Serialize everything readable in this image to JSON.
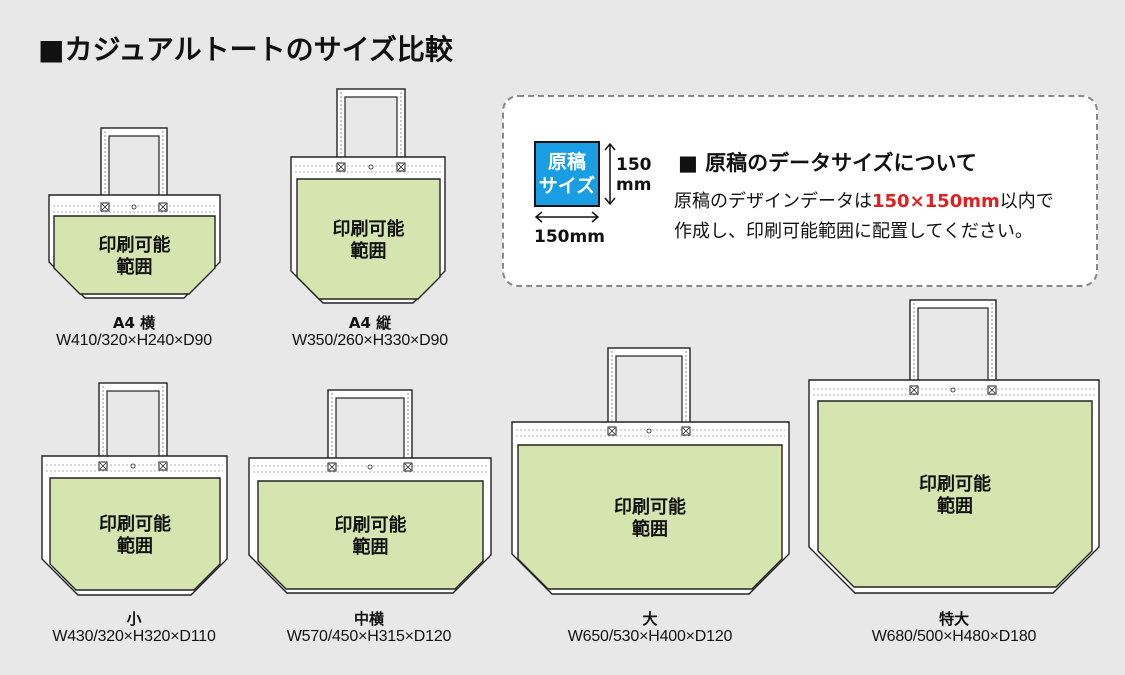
{
  "page": {
    "title": "■カジュアルトートのサイズ比較"
  },
  "print_area_label": [
    "印刷可能",
    "範囲"
  ],
  "bags": [
    {
      "name": "A4 横",
      "dims": "W410/320×H240×D90"
    },
    {
      "name": "A4 縦",
      "dims": "W350/260×H330×D90"
    },
    {
      "name": "小",
      "dims": "W430/320×H320×D110"
    },
    {
      "name": "中横",
      "dims": "W570/450×H315×D120"
    },
    {
      "name": "大",
      "dims": "W650/530×H400×D120"
    },
    {
      "name": "特大",
      "dims": "W680/500×H480×D180"
    }
  ],
  "info": {
    "sample_label_line1": "原稿",
    "sample_label_line2": "サイズ",
    "vertical_dim_line1": "150",
    "vertical_dim_line2": "mm",
    "horizontal_dim": "150mm",
    "heading": "■ 原稿のデータサイズについて",
    "body_line1_prefix": "原稿のデザインデータは",
    "body_line1_highlight": "150×150mm",
    "body_line1_suffix": "以内で",
    "body_line2": "作成し、印刷可能範囲に配置してください。",
    "highlight_color": "#e02020"
  },
  "colors": {
    "background": "#e8e8e8",
    "bag_fill": "#ffffff",
    "print_area": "#d6e5b0",
    "sample_blue": "#1a9ee3"
  }
}
